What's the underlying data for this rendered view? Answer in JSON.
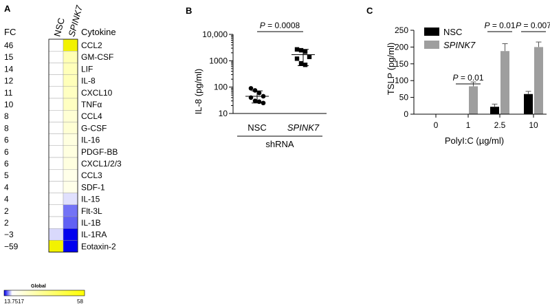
{
  "panels": {
    "a": "A",
    "b": "B",
    "c": "C"
  },
  "heatmap": {
    "fc_header": "FC",
    "col_headers": [
      "NSC",
      "SPINK7"
    ],
    "cytokine_header": "Cytokine",
    "rows": [
      {
        "fc": "46",
        "cytokine": "CCL2",
        "nsc": 0.0,
        "spink7": 1.0
      },
      {
        "fc": "15",
        "cytokine": "GM-CSF",
        "nsc": 0.0,
        "spink7": 0.12
      },
      {
        "fc": "14",
        "cytokine": "LIF",
        "nsc": 0.0,
        "spink7": 0.1
      },
      {
        "fc": "12",
        "cytokine": "IL-8",
        "nsc": 0.0,
        "spink7": 0.1
      },
      {
        "fc": "11",
        "cytokine": "CXCL10",
        "nsc": 0.0,
        "spink7": 0.08
      },
      {
        "fc": "10",
        "cytokine": "TNFα",
        "nsc": 0.0,
        "spink7": 0.08
      },
      {
        "fc": "8",
        "cytokine": "CCL4",
        "nsc": 0.0,
        "spink7": 0.04
      },
      {
        "fc": "8",
        "cytokine": "G-CSF",
        "nsc": 0.0,
        "spink7": 0.04
      },
      {
        "fc": "6",
        "cytokine": "IL-16",
        "nsc": 0.0,
        "spink7": 0.02
      },
      {
        "fc": "6",
        "cytokine": "PDGF-BB",
        "nsc": 0.0,
        "spink7": 0.02
      },
      {
        "fc": "6",
        "cytokine": "CXCL1/2/3",
        "nsc": 0.0,
        "spink7": 0.02
      },
      {
        "fc": "5",
        "cytokine": "CCL3",
        "nsc": 0.0,
        "spink7": 0.01
      },
      {
        "fc": "4",
        "cytokine": "SDF-1",
        "nsc": 0.0,
        "spink7": 0.01
      },
      {
        "fc": "4",
        "cytokine": "IL-15",
        "nsc": 0.0,
        "spink7": -0.12
      },
      {
        "fc": "2",
        "cytokine": "Flt-3L",
        "nsc": 0.0,
        "spink7": -0.55
      },
      {
        "fc": "2",
        "cytokine": "IL-1B",
        "nsc": 0.0,
        "spink7": -0.62
      },
      {
        "fc": "−3",
        "cytokine": "IL-1RA",
        "nsc": -0.15,
        "spink7": -1.0
      },
      {
        "fc": "−59",
        "cytokine": "Eotaxin-2",
        "nsc": 1.0,
        "spink7": -1.0
      }
    ],
    "legend": {
      "title": "Global",
      "min_label": "13.7517",
      "max_label": "58"
    },
    "colors": {
      "low": "#0000ee",
      "mid": "#ffffff",
      "high": "#ffff00",
      "top": "#f2f200"
    }
  },
  "chart_data": [
    {
      "type": "scatter",
      "ylabel": "IL-8 (pg/ml)",
      "y_scale": "log",
      "ylim": [
        10,
        10000
      ],
      "y_ticks": [
        "10",
        "100",
        "1000",
        "10,000"
      ],
      "categories": [
        "NSC",
        "SPINK7"
      ],
      "group_label": "shRNA",
      "points": {
        "NSC": [
          90,
          75,
          60,
          45,
          40,
          30,
          28,
          25
        ],
        "SPINK7": [
          2700,
          2500,
          2200,
          1400,
          1200,
          800,
          700
        ]
      },
      "mean": [
        45,
        1700
      ],
      "sd_low": [
        25,
        650
      ],
      "sd_high": [
        72,
        2700
      ],
      "annotation": {
        "prefix": "P",
        "text": " = 0.0008"
      }
    },
    {
      "type": "bar",
      "ylabel": "TSLP (pg/ml)",
      "xlabel": "PolyI:C (µg/ml)",
      "categories": [
        "0",
        "1",
        "2.5",
        "10"
      ],
      "ylim": [
        0,
        250
      ],
      "y_ticks": [
        0,
        50,
        100,
        150,
        200,
        250
      ],
      "series": [
        {
          "name": "NSC",
          "color": "#000000",
          "values": [
            0,
            0,
            22,
            60
          ],
          "err": [
            0,
            0,
            8,
            8
          ]
        },
        {
          "name": "SPINK7",
          "color": "#9e9e9e",
          "values": [
            0,
            83,
            188,
            200
          ],
          "err": [
            0,
            13,
            22,
            15
          ]
        }
      ],
      "annotations": [
        {
          "prefix": "P",
          "text": " = 0.01",
          "category": "1"
        },
        {
          "prefix": "P",
          "text": " = 0.01",
          "category": "2.5"
        },
        {
          "prefix": "P",
          "text": " = 0.007",
          "category": "10"
        }
      ],
      "legend_position": "top-left"
    }
  ]
}
